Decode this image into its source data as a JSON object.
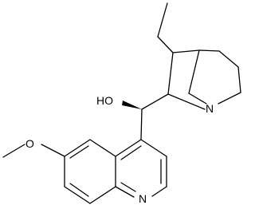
{
  "structure": {
    "atoms": {
      "hydroxyl": "HO",
      "methoxy_oxygen": "O",
      "quinoline_nitrogen": "N",
      "quinuclidine_nitrogen": "N"
    },
    "colors": {
      "bond": "#000000",
      "background": "#ffffff"
    }
  }
}
